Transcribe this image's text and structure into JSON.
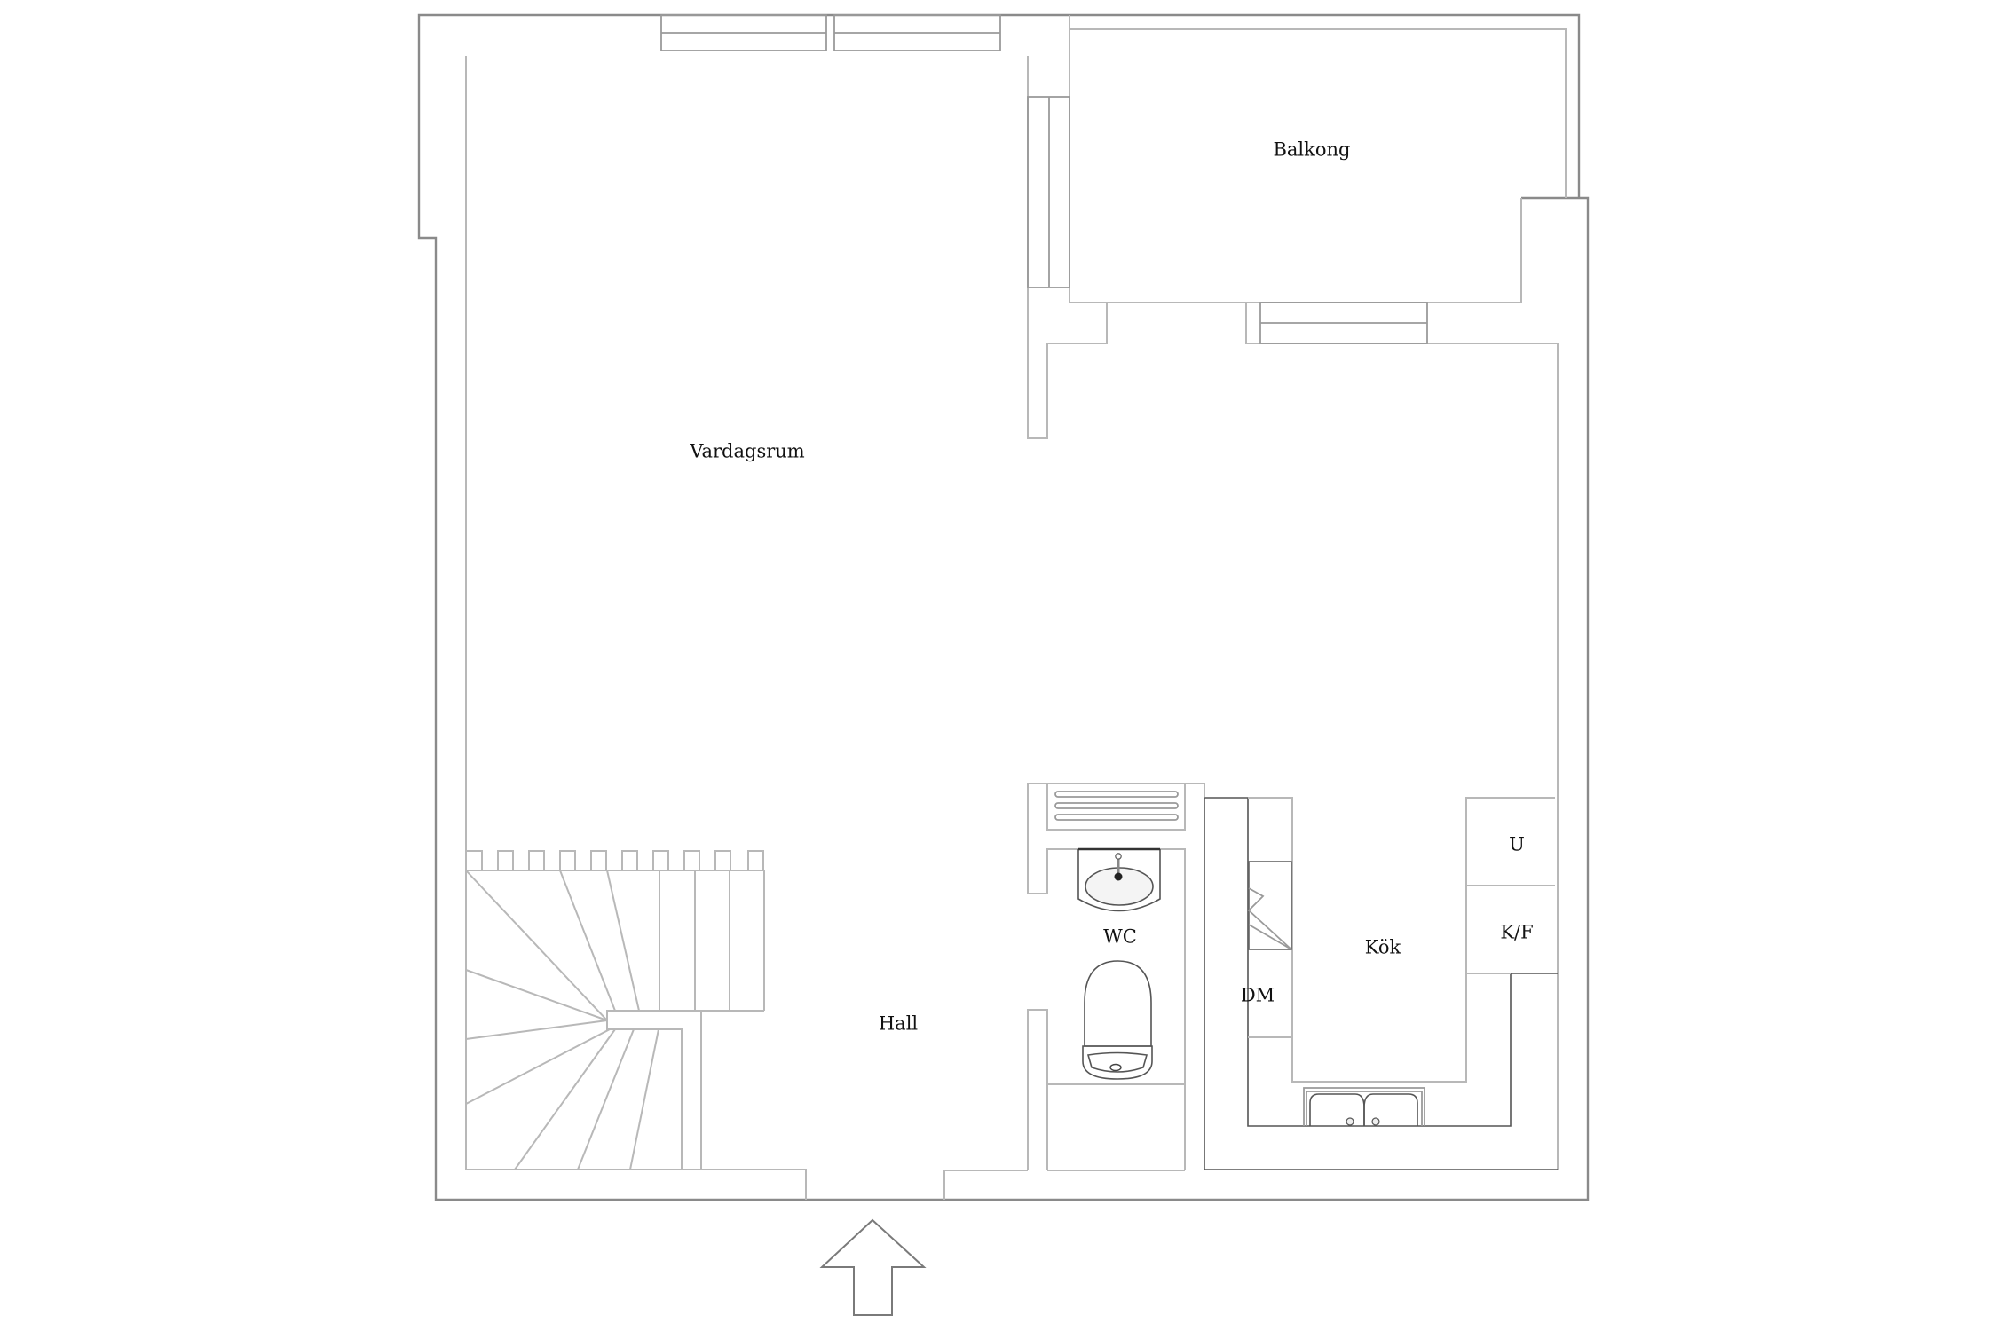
{
  "plan": {
    "type": "floor-plan",
    "rooms": {
      "living_room": "Vardagsrum",
      "balcony": "Balkong",
      "hall": "Hall",
      "wc": "WC",
      "kitchen": "Kök"
    },
    "fixtures": {
      "dishwasher": "DM",
      "freezer": "U",
      "fridge_freezer": "K/F"
    },
    "entrance": {
      "icon": "arrow-up-icon",
      "direction": "up"
    },
    "colors": {
      "background": "#ffffff",
      "outer_wall": "#8a8a8a",
      "inner_wall": "#b8b8b8",
      "text": "#111111"
    }
  }
}
